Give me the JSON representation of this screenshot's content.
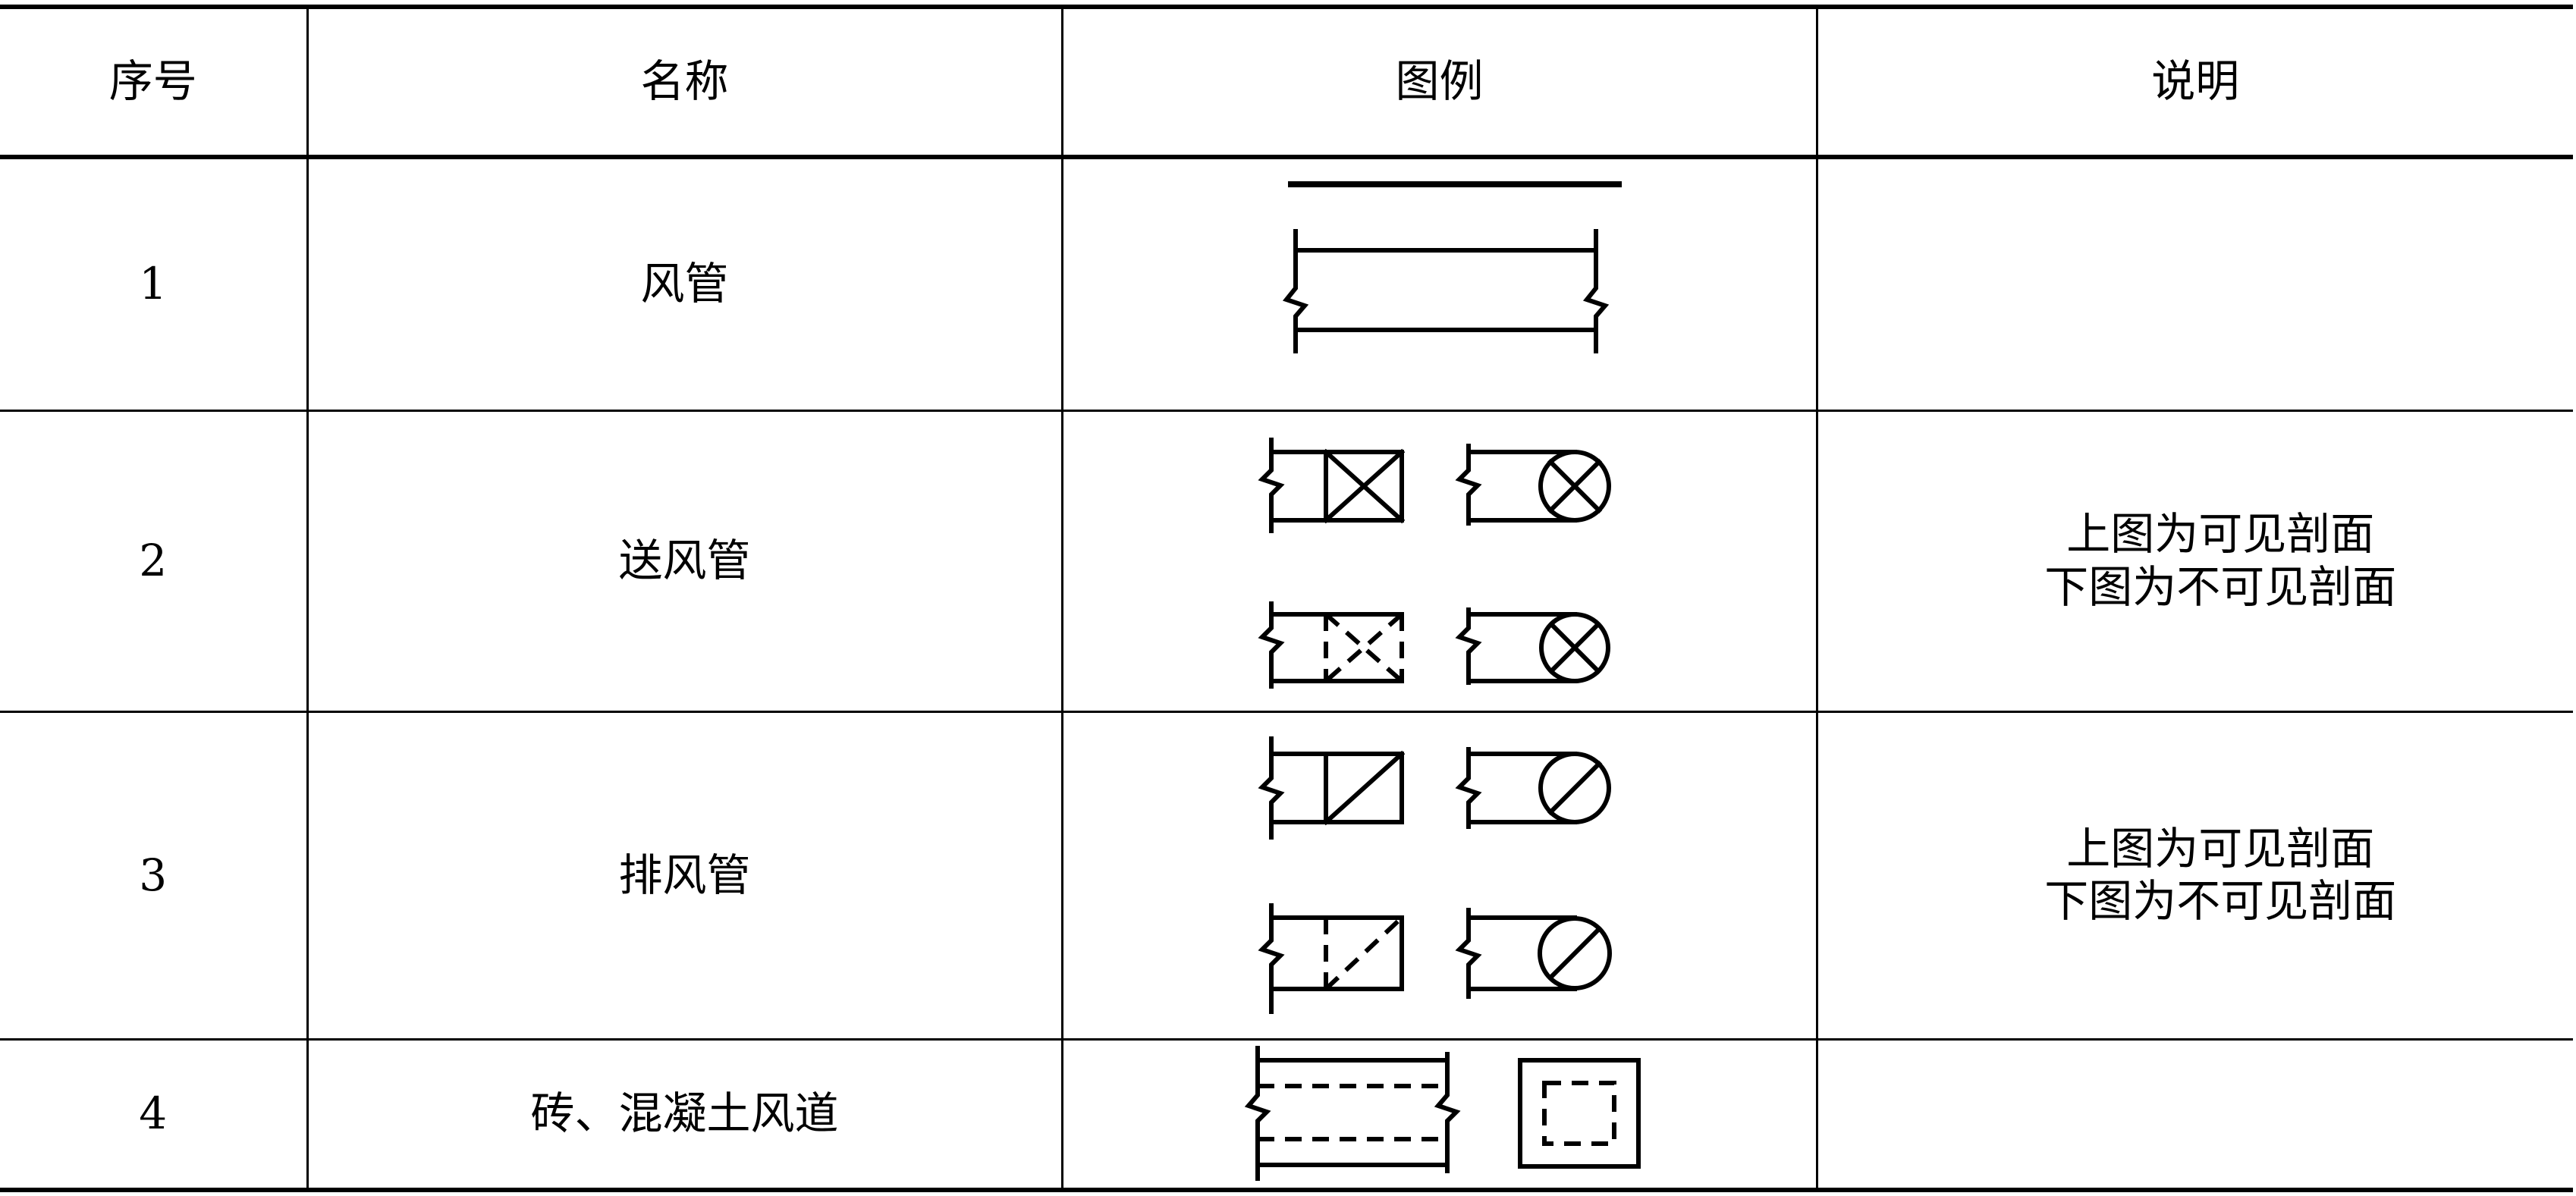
{
  "table": {
    "headers": {
      "index": "序号",
      "name": "名称",
      "legend": "图例",
      "note": "说明"
    },
    "rows": [
      {
        "index": "1",
        "name": "风管",
        "legend_icon": "duct-symbol-icon",
        "note_lines": [
          "",
          ""
        ]
      },
      {
        "index": "2",
        "name": "送风管",
        "legend_icon": "supply-duct-symbol-icon",
        "note_lines": [
          "上图为可见剖面",
          "下图为不可见剖面"
        ]
      },
      {
        "index": "3",
        "name": "排风管",
        "legend_icon": "exhaust-duct-symbol-icon",
        "note_lines": [
          "上图为可见剖面",
          "下图为不可见剖面"
        ]
      },
      {
        "index": "4",
        "name": "砖、混凝土风道",
        "legend_icon": "masonry-duct-symbol-icon",
        "note_lines": [
          "",
          ""
        ]
      }
    ]
  }
}
